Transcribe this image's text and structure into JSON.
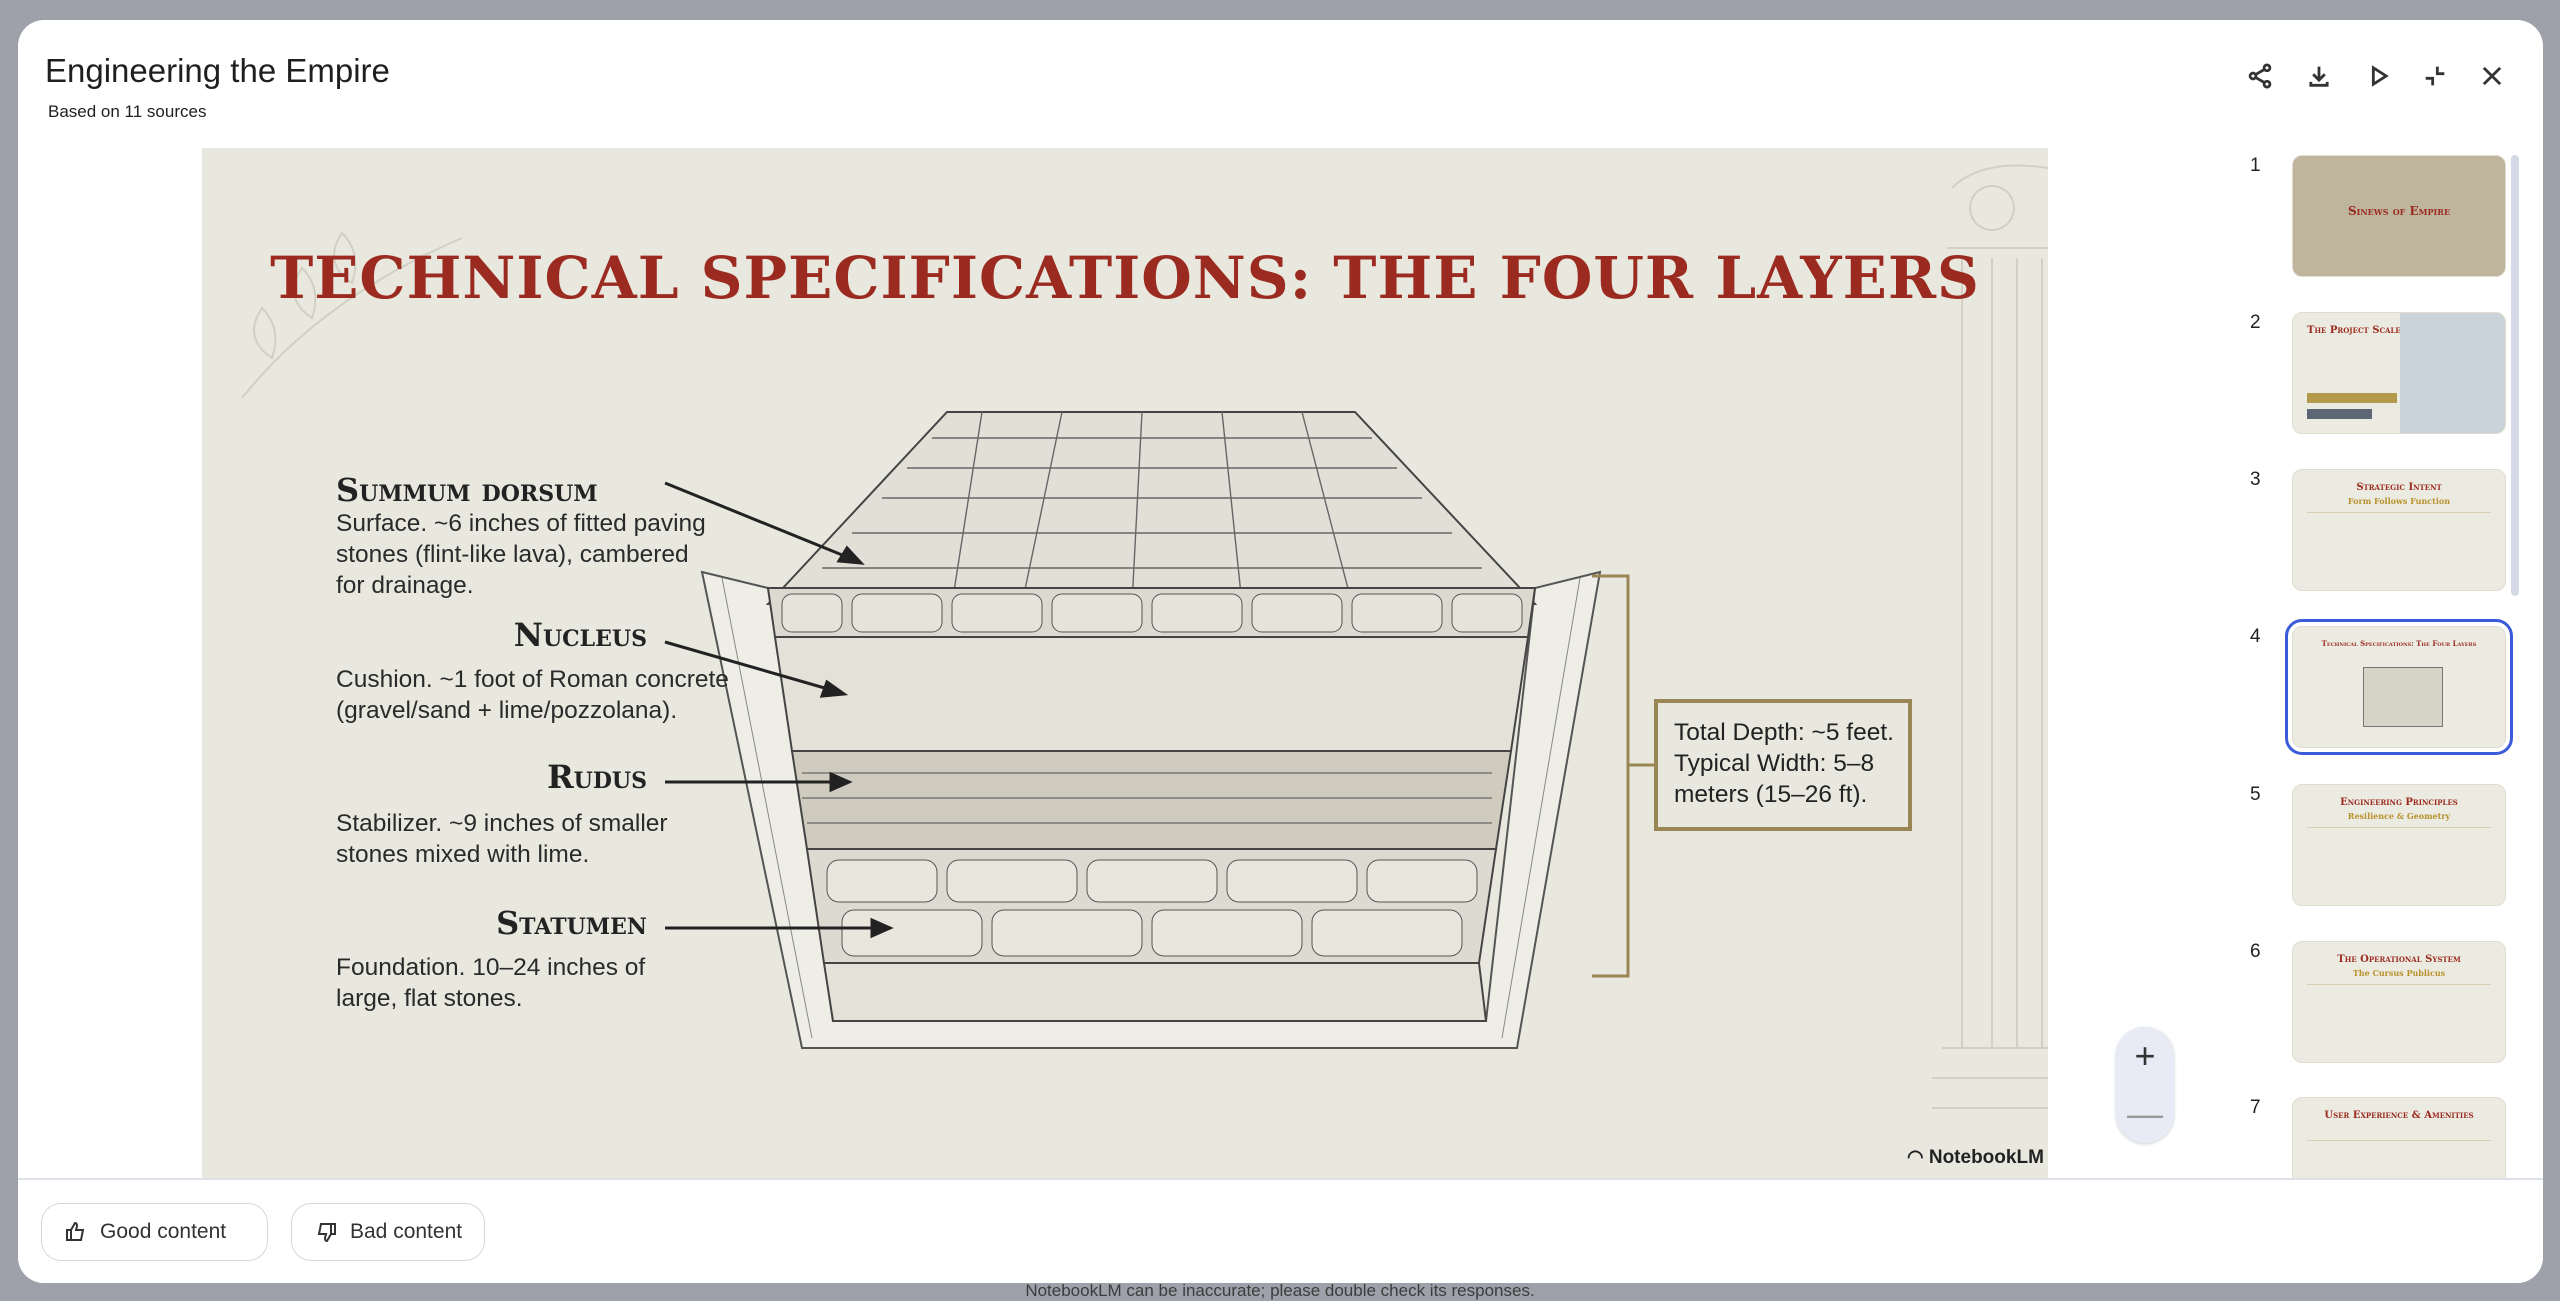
{
  "header": {
    "title": "Engineering the Empire",
    "subtitle": "Based on 11 sources"
  },
  "toolbar": {
    "share": "share-icon",
    "download": "download-icon",
    "present": "play-icon",
    "collapse": "collapse-icon",
    "close": "close-icon"
  },
  "slide": {
    "title": "TECHNICAL SPECIFICATIONS: THE FOUR LAYERS",
    "layers": [
      {
        "name": "Summum dorsum",
        "desc": [
          "Surface. ~6 inches of fitted paving",
          "stones (flint-like lava), cambered",
          "for drainage."
        ]
      },
      {
        "name": "Nucleus",
        "desc": [
          "Cushion. ~1 foot of Roman concrete",
          "(gravel/sand + lime/pozzolana)."
        ]
      },
      {
        "name": "Rudus",
        "desc": [
          "Stabilizer. ~9 inches of smaller",
          "stones mixed with lime."
        ]
      },
      {
        "name": "Statumen",
        "desc": [
          "Foundation. 10–24 inches of",
          "large, flat stones."
        ]
      }
    ],
    "specs": [
      "Total Depth: ~5 feet.",
      "Typical Width: 5–8",
      "meters (15–26 ft)."
    ],
    "watermark": "NotebookLM",
    "colors": {
      "title": "#9b2b20",
      "gold": "#9a8654",
      "background": "#e9e8df"
    }
  },
  "zoom": {
    "in": "+",
    "out": "—"
  },
  "thumbnails": [
    {
      "num": "1",
      "title": "Sinews of Empire",
      "subtitle": ""
    },
    {
      "num": "2",
      "title": "The Project Scale",
      "subtitle": ""
    },
    {
      "num": "3",
      "title": "Strategic Intent",
      "subtitle": "Form Follows Function"
    },
    {
      "num": "4",
      "title": "Technical Specifications: The Four Layers",
      "subtitle": ""
    },
    {
      "num": "5",
      "title": "Engineering Principles",
      "subtitle": "Resilience & Geometry"
    },
    {
      "num": "6",
      "title": "The Operational System",
      "subtitle": "The Cursus Publicus"
    },
    {
      "num": "7",
      "title": "User Experience & Amenities",
      "subtitle": ""
    }
  ],
  "selected_slide": 4,
  "footer": {
    "good": "Good content",
    "bad": "Bad content"
  },
  "disclaimer": "NotebookLM can be inaccurate; please double check its responses."
}
